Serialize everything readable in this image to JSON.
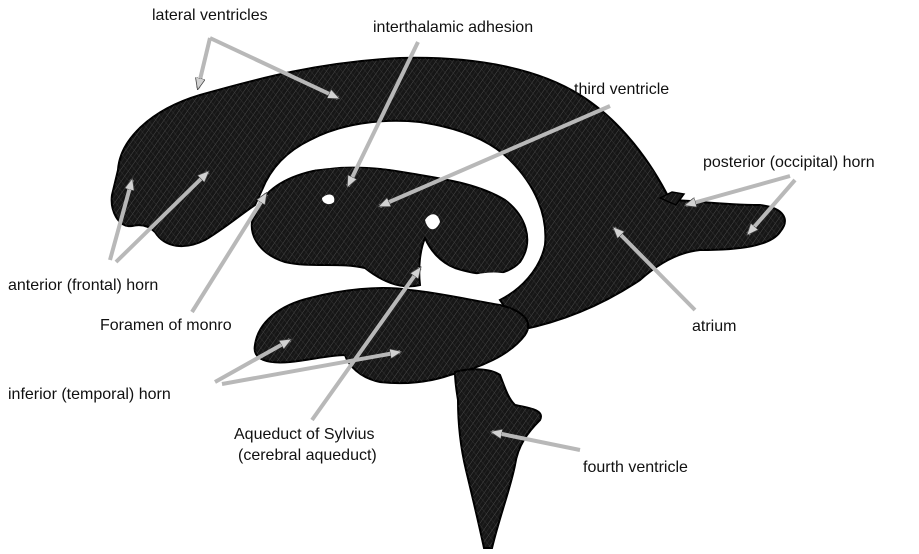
{
  "labels": {
    "lateral_ventricles": "lateral ventricles",
    "interthalamic_adhesion": "interthalamic adhesion",
    "third_ventricle": "third ventricle",
    "posterior_horn": "posterior (occipital) horn",
    "anterior_horn": "anterior (frontal) horn",
    "foramen_of_monro": "Foramen of monro",
    "atrium": "atrium",
    "inferior_horn": "inferior (temporal) horn",
    "aqueduct_line1": "Aqueduct of Sylvius",
    "aqueduct_line2": "(cerebral aqueduct)",
    "fourth_ventricle": "fourth ventricle"
  },
  "colors": {
    "ink": "#111111",
    "arrow": "#c9c9c9",
    "arrow_outline": "#555555",
    "fill": "#141414",
    "background": "#ffffff"
  }
}
